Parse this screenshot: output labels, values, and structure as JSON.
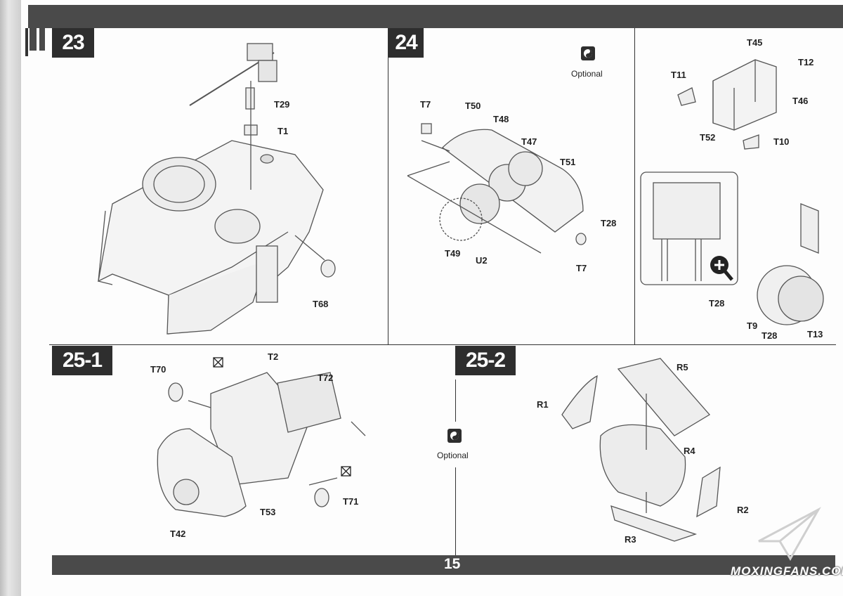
{
  "page_number": "15",
  "watermark": "MOXINGFANS.COM",
  "optional_label": "Optional",
  "steps": {
    "s23": "23",
    "s24": "24",
    "s25_1": "25-1",
    "s25_2": "25-2"
  },
  "parts_23": [
    "T29",
    "T1",
    "T68"
  ],
  "parts_24": [
    "T7",
    "T50",
    "T48",
    "T47",
    "T51",
    "T28",
    "T7",
    "U2",
    "T49"
  ],
  "parts_24_inset_top": [
    "T45",
    "T11",
    "T12",
    "T46",
    "T52",
    "T10"
  ],
  "parts_24_inset_bottom": [
    "T28",
    "T9",
    "T28",
    "T13"
  ],
  "parts_25_1": [
    "T70",
    "T2",
    "T72",
    "T71",
    "T53",
    "T42"
  ],
  "parts_25_2": [
    "R5",
    "R1",
    "R4",
    "R2",
    "R3"
  ],
  "icons": {
    "optional": "yin-yang-icon",
    "zoom": "magnifier-plus-icon",
    "remove": "crossed-box-icon",
    "logo": "paper-plane-icon"
  }
}
